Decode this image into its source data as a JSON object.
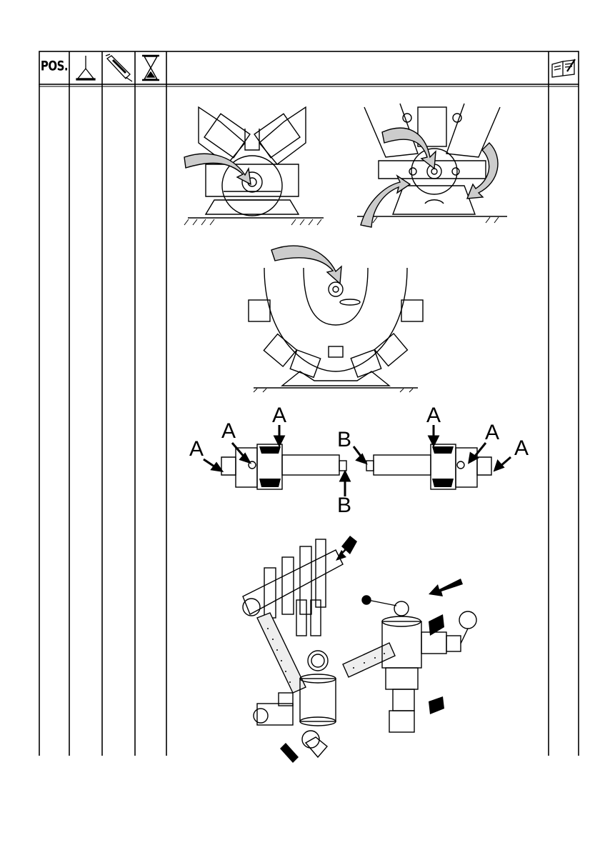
{
  "header": {
    "pos_label": "POS.",
    "icons": [
      "oil-can-icon",
      "grease-gun-icon",
      "hourglass-icon",
      "manual-book-icon"
    ]
  },
  "figures": {
    "fig4_labels": {
      "a1": "A",
      "a2": "A",
      "a3": "A",
      "a4": "A",
      "a5": "A",
      "a6": "A",
      "b1": "B",
      "b2": "B"
    }
  }
}
